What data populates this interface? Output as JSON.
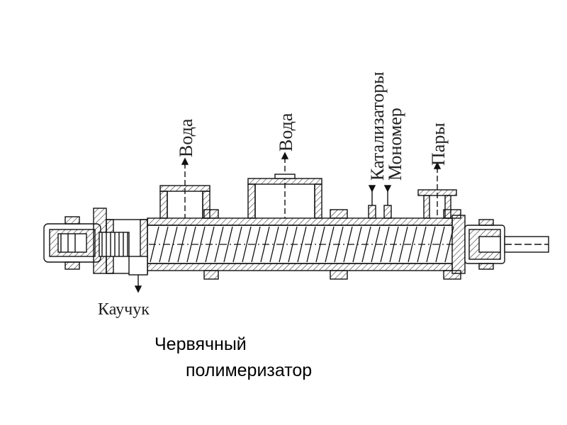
{
  "labels": {
    "water_outlet_1": "Вода",
    "water_outlet_2": "Вода",
    "catalysts": "Катализаторы",
    "monomer": "Мономер",
    "vapors": "Пары",
    "rubber": "Каучук"
  },
  "caption": {
    "line1": "Червячный",
    "line2": "полимеризатор"
  },
  "colors": {
    "line": "#111111",
    "hatch": "#333333"
  }
}
